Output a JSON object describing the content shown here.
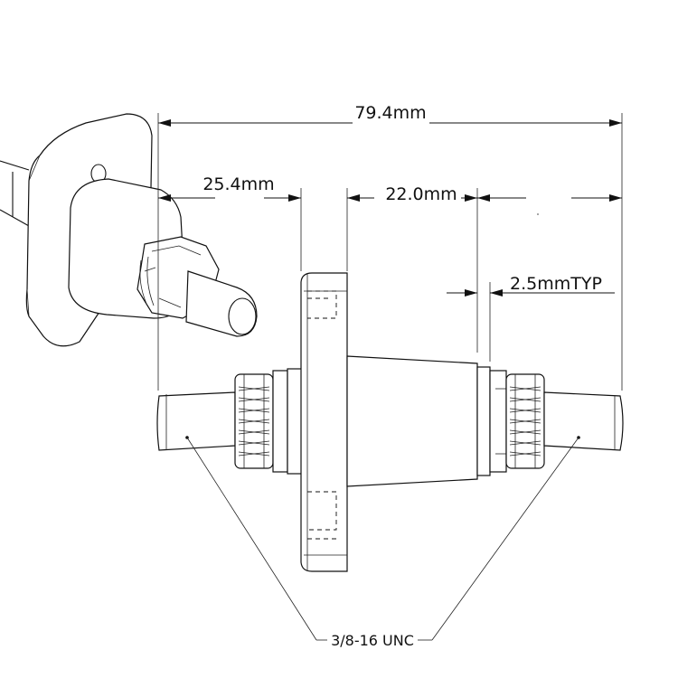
{
  "dimensions": {
    "overall_length": "79.4mm",
    "stud_length": "25.4mm",
    "body_length": "22.0mm",
    "washer_thickness": "2.5mmTYP"
  },
  "callout": {
    "thread_spec": "3/8-16 UNC"
  },
  "colors": {
    "line": "#111111",
    "background": "#ffffff"
  }
}
